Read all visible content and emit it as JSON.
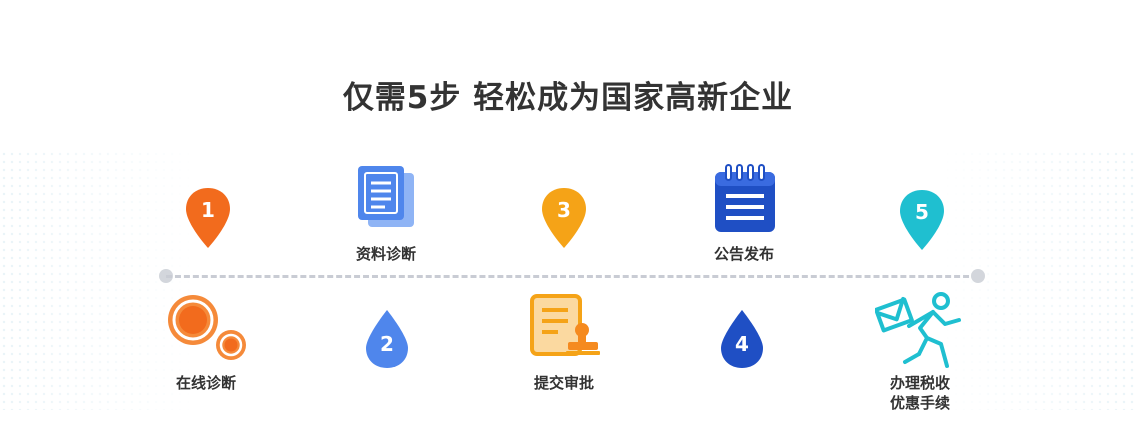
{
  "title": "仅需5步 轻松成为国家高新企业",
  "steps": [
    {
      "number": "1",
      "label": "在线诊断",
      "color": "#f26b1d"
    },
    {
      "number": "2",
      "label": "资料诊断",
      "color": "#4f86ec"
    },
    {
      "number": "3",
      "label": "提交审批",
      "color": "#f5a317"
    },
    {
      "number": "4",
      "label": "公告发布",
      "color": "#1f4fc4"
    },
    {
      "number": "5",
      "label_line1": "办理税收",
      "label_line2": "优惠手续",
      "color": "#1fbfd0"
    }
  ],
  "icons": {
    "step1": "online-diagnosis-circles-icon",
    "step2": "documents-icon",
    "step3": "certificate-stamp-icon",
    "step4": "notepad-announcement-icon",
    "step5": "running-man-envelope-icon"
  }
}
